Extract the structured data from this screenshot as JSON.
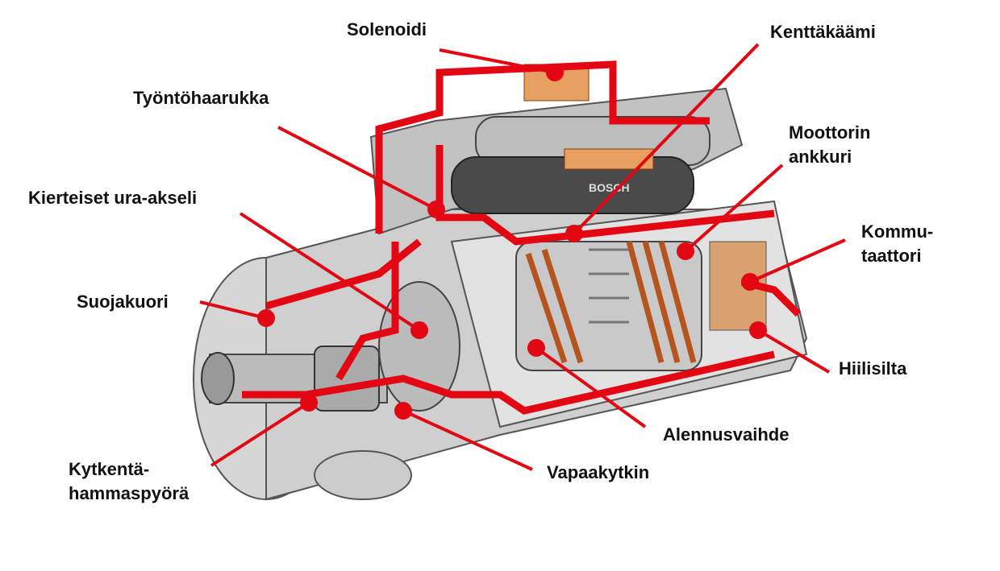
{
  "colors": {
    "accent": "#e30613",
    "metal": "#b8b8b8",
    "dark": "#3a3a3a",
    "copper": "#c8652a"
  },
  "figure": {
    "brand_mark": "BOSCH"
  },
  "labels": {
    "solenoidi": "Solenoidi",
    "kenttakaami": "Kenttäkäämi",
    "tyontohaarukka": "Työntöhaarukka",
    "moottorin_ankkuri_1": "Moottorin",
    "moottorin_ankkuri_2": "ankkuri",
    "kierteiset": "Kierteiset ura-akseli",
    "kommutaattori_1": "Kommu-",
    "kommutaattori_2": "taattori",
    "suojakuori": "Suojakuori",
    "hiilisilta": "Hiilisilta",
    "alennusvaihde": "Alennusvaihde",
    "vapaakytkin": "Vapaakytkin",
    "kytkenta_1": "Kytkentä-",
    "kytkenta_2": "hammaspyörä"
  }
}
